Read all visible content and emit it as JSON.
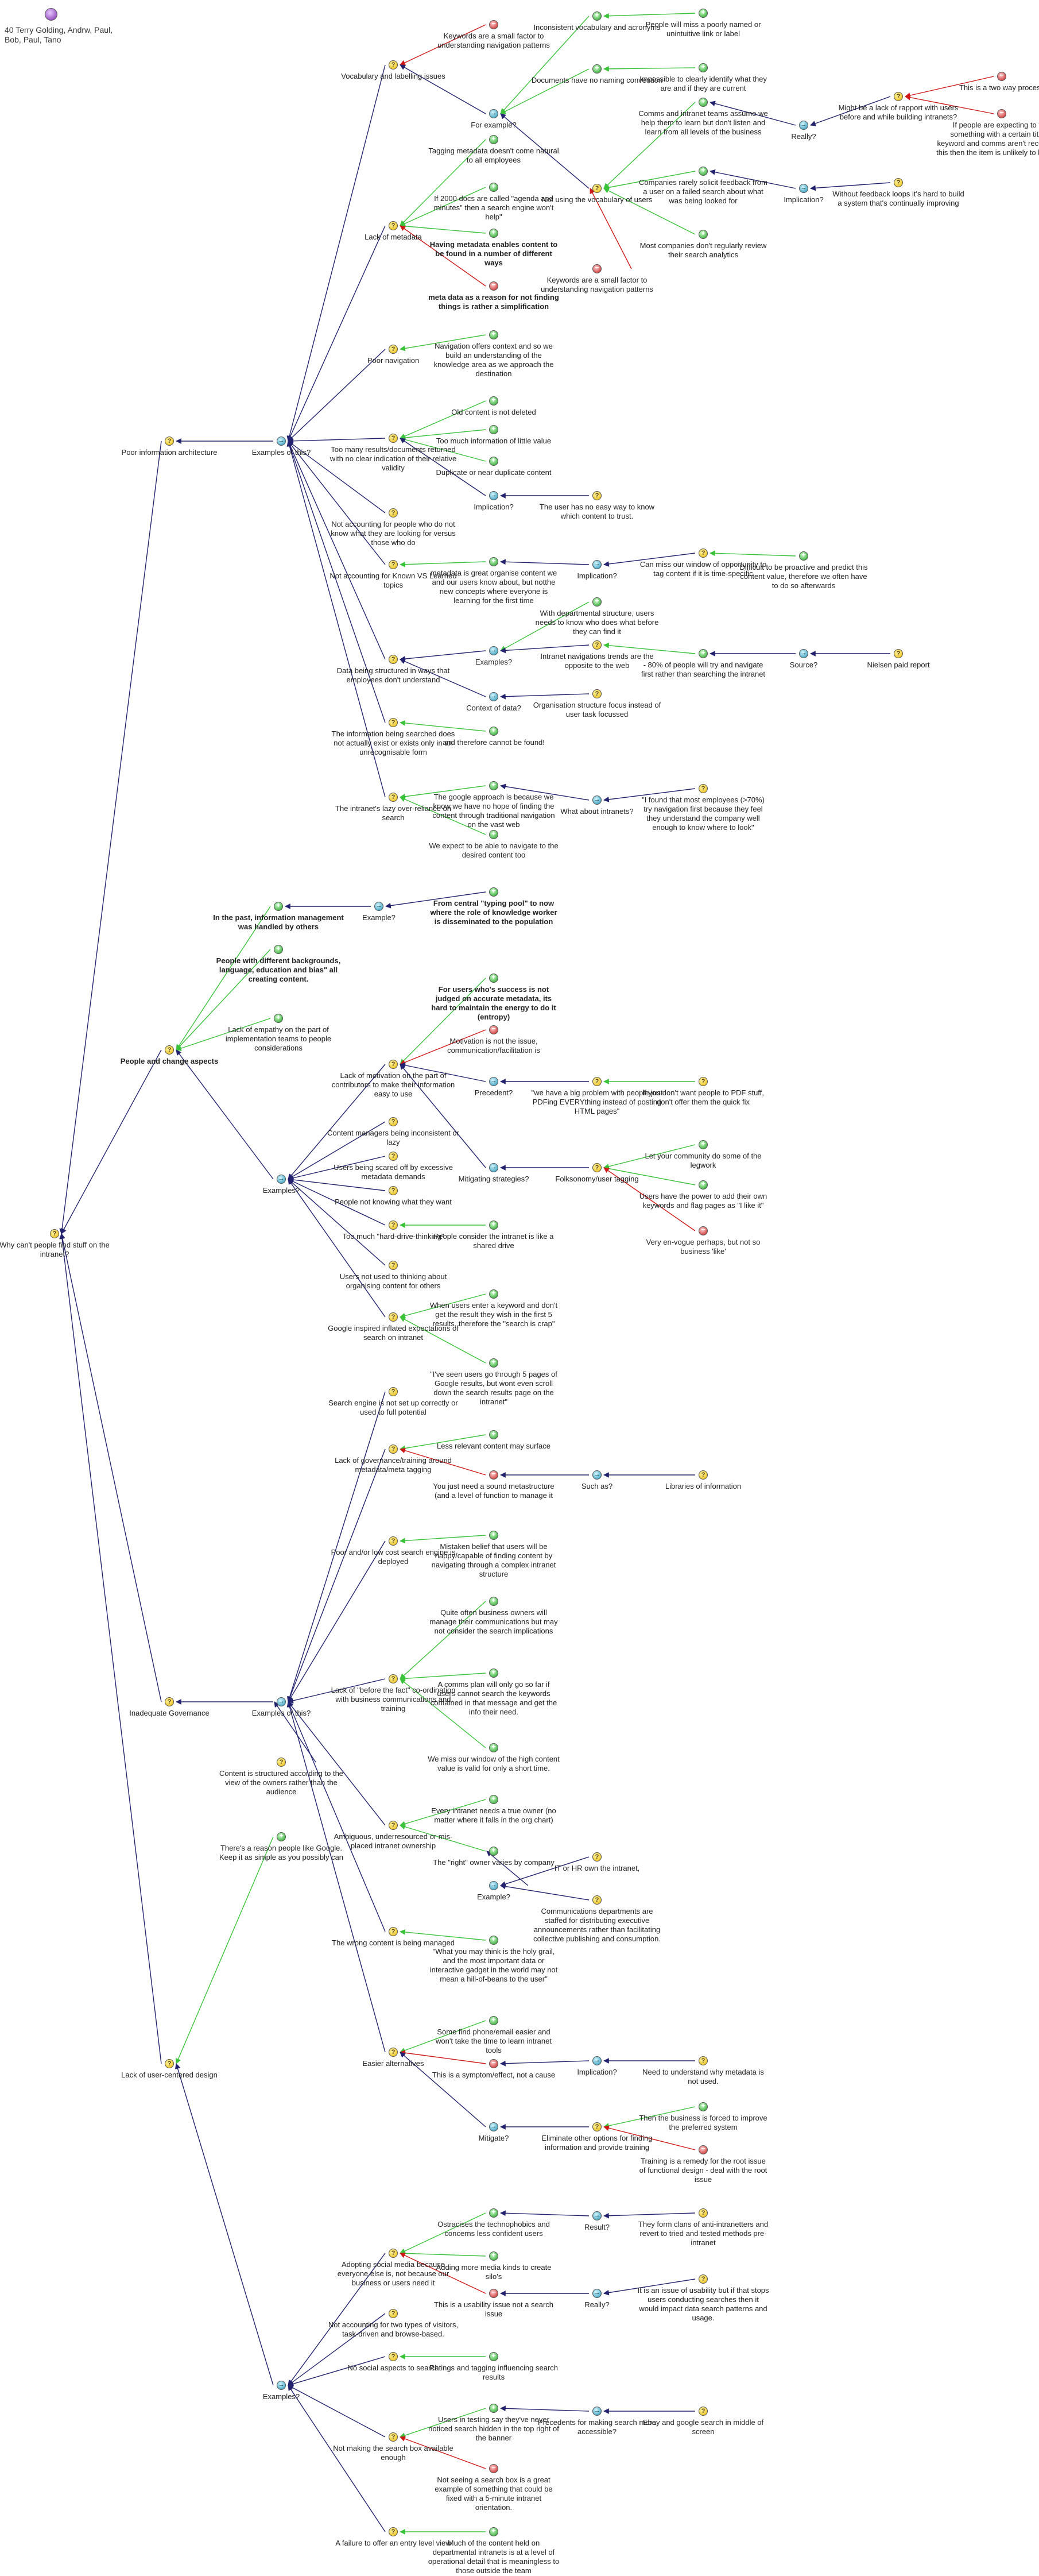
{
  "map": {
    "title": "40 Terry Golding, Andrw, Paul, Bob, Paul, Tano",
    "title_icon": "map-root-icon"
  },
  "nodes": [
    {
      "id": "n1",
      "t": "Why can't people find stuff on the intranet?",
      "type": "question"
    },
    {
      "id": "n2",
      "t": "Poor information architecture",
      "type": "question"
    },
    {
      "id": "n3",
      "t": "Examples of this?",
      "type": "map"
    },
    {
      "id": "n4",
      "t": "Vocabulary and labelling issues",
      "type": "question"
    },
    {
      "id": "n5",
      "t": "Keywords are a small factor to understanding navigation patterns",
      "type": "con"
    },
    {
      "id": "n6",
      "t": "For example?",
      "type": "map"
    },
    {
      "id": "n7",
      "t": "Inconsistent vocabulary and acronyms",
      "type": "pro"
    },
    {
      "id": "n8",
      "t": "People will miss a poorly named or unintuitive link or label",
      "type": "pro"
    },
    {
      "id": "n9",
      "t": "Documents have no naming convention",
      "type": "pro"
    },
    {
      "id": "n10",
      "t": "Impossible to clearly identify what they are and if they are current",
      "type": "pro"
    },
    {
      "id": "n11",
      "t": "Not using the vocabulary of users",
      "type": "question"
    },
    {
      "id": "n12",
      "t": "Comms and intranet teams assume we help them to learn but don't listen and learn from all levels of the business",
      "type": "pro"
    },
    {
      "id": "n13",
      "t": "Really?",
      "type": "map"
    },
    {
      "id": "n14",
      "t": "Might be a lack of rapport with users before and while building intranets?",
      "type": "question"
    },
    {
      "id": "n15",
      "t": "This is a two way process",
      "type": "con"
    },
    {
      "id": "n16",
      "t": "If people are expecting to find something with a certain title or keyword and comms aren't recognising this then the item is unlikely to be found",
      "type": "con"
    },
    {
      "id": "n17",
      "t": "Companies rarely solicit feedback from a user on a failed search about what was being looked for",
      "type": "pro"
    },
    {
      "id": "n18",
      "t": "Implication?",
      "type": "map"
    },
    {
      "id": "n19",
      "t": "Without feedback loops it's hard to build a system that's continually improving",
      "type": "question"
    },
    {
      "id": "n20",
      "t": "Most companies don't regularly review their search analytics",
      "type": "pro"
    },
    {
      "id": "n21",
      "t": "Keywords are a small factor to understanding navigation patterns",
      "type": "con"
    },
    {
      "id": "n22",
      "t": "Lack of metadata",
      "type": "question"
    },
    {
      "id": "n23",
      "t": "Tagging metadata doesn't come natural to all employees",
      "type": "pro"
    },
    {
      "id": "n24",
      "t": "If 2000 docs are called \"agenda and minutes\" then a search engine won't help\"",
      "type": "pro"
    },
    {
      "id": "n25",
      "t": "Having metadata enables content to be found in a number of different ways",
      "type": "pro",
      "bold": true
    },
    {
      "id": "n26",
      "t": "meta data as a reason for not finding things is rather a simplification",
      "type": "con",
      "bold": true
    },
    {
      "id": "n27",
      "t": "Poor navigation",
      "type": "question"
    },
    {
      "id": "n28",
      "t": "Navigation offers context and so we build an understanding of the knowledge area as we approach the destination",
      "type": "pro"
    },
    {
      "id": "n29",
      "t": "Too many results/documents returned with no clear indication of their relative validity",
      "type": "question"
    },
    {
      "id": "n30",
      "t": "Old content is not deleted",
      "type": "pro"
    },
    {
      "id": "n31",
      "t": "Too much information of little value",
      "type": "pro"
    },
    {
      "id": "n32",
      "t": "Duplicate or near duplicate content",
      "type": "pro"
    },
    {
      "id": "n33",
      "t": "Implication?",
      "type": "map"
    },
    {
      "id": "n34",
      "t": "The user has no easy way to know which content to trust.",
      "type": "question"
    },
    {
      "id": "n35",
      "t": "Not accounting for people who do not know what they are looking for versus those who do",
      "type": "question"
    },
    {
      "id": "n36",
      "t": "Not accounting for Known VS Learned topics",
      "type": "question"
    },
    {
      "id": "n37",
      "t": "metadata is great organise content we and our users know about, but notthe new concepts where everyone is learning for the first time",
      "type": "pro"
    },
    {
      "id": "n38",
      "t": "Implication?",
      "type": "map"
    },
    {
      "id": "n39",
      "t": "Can miss our window of opportunity to tag content if it is time-specific",
      "type": "question"
    },
    {
      "id": "n40",
      "t": "Difficult to be proactive and predict this content value, therefore we often have to do so afterwards",
      "type": "pro"
    },
    {
      "id": "n41",
      "t": "Data being structured in ways that employees don't understand",
      "type": "question"
    },
    {
      "id": "n42",
      "t": "With departmental structure, users needs to know who does what before they can find it",
      "type": "pro"
    },
    {
      "id": "n43",
      "t": "Examples?",
      "type": "map"
    },
    {
      "id": "n44",
      "t": "Intranet navigations trends are the opposite to the web",
      "type": "question"
    },
    {
      "id": "n45",
      "t": "- 80% of people will try and navigate first rather than searching the intranet",
      "type": "pro"
    },
    {
      "id": "n46",
      "t": "Source?",
      "type": "map"
    },
    {
      "id": "n47",
      "t": "Nielsen paid report",
      "type": "question"
    },
    {
      "id": "n48",
      "t": "Organisation structure focus instead of user task focussed",
      "type": "question"
    },
    {
      "id": "n49",
      "t": "Context of data?",
      "type": "map"
    },
    {
      "id": "n50",
      "t": "The information being searched does not actually exist or exists only in an unrecognisable form",
      "type": "question"
    },
    {
      "id": "n51",
      "t": "and therefore cannot be found!",
      "type": "pro"
    },
    {
      "id": "n52",
      "t": "The intranet's lazy over-reliance on search",
      "type": "question"
    },
    {
      "id": "n53",
      "t": "The google approach is because we know we have no hope of finding the content through traditional navigation on the vast web",
      "type": "pro"
    },
    {
      "id": "n54",
      "t": "What about intranets?",
      "type": "map"
    },
    {
      "id": "n55",
      "t": "\"I found that most employees (>70%) try navigation first because they feel they understand the company well enough to know where to look\"",
      "type": "question"
    },
    {
      "id": "n56",
      "t": "We expect to be able to navigate to the desired content too",
      "type": "pro"
    },
    {
      "id": "n57",
      "t": "People and change aspects",
      "type": "question",
      "bold": true
    },
    {
      "id": "n58",
      "t": "In the past, information management was handled by others",
      "type": "pro",
      "bold": true
    },
    {
      "id": "n59",
      "t": "Example?",
      "type": "map"
    },
    {
      "id": "n60",
      "t": "From central \"typing pool\" to now where the role of knowledge worker is disseminated to the population",
      "type": "pro",
      "bold": true
    },
    {
      "id": "n61",
      "t": "People with different backgrounds, language, education and bias\" all creating content.",
      "type": "pro",
      "bold": true
    },
    {
      "id": "n62",
      "t": "Lack of empathy on the part of implementation teams to people considerations",
      "type": "pro"
    },
    {
      "id": "n63",
      "t": "Examples?",
      "type": "map"
    },
    {
      "id": "n64",
      "t": "Lack of motivation on the part of contributors to make their information easy to use",
      "type": "question"
    },
    {
      "id": "n65",
      "t": "For users who's success is not judged on accurate metadata, its hard to maintain the energy to do it (entropy)",
      "type": "pro",
      "bold": true
    },
    {
      "id": "n66",
      "t": "Motivation is not the issue, communication/facilitation is",
      "type": "con"
    },
    {
      "id": "n67",
      "t": "Precedent?",
      "type": "map"
    },
    {
      "id": "n68",
      "t": "\"we have a big problem with people just PDFing EVERYthing instead of posting HTML pages\"",
      "type": "question"
    },
    {
      "id": "n69",
      "t": "if you don't want people to PDF stuff, don't offer them the quick fix",
      "type": "question"
    },
    {
      "id": "n70",
      "t": "Mitigating strategies?",
      "type": "map"
    },
    {
      "id": "n71",
      "t": "Folksonomy/user tagging",
      "type": "question"
    },
    {
      "id": "n72",
      "t": "Let your community do some of the legwork",
      "type": "pro"
    },
    {
      "id": "n73",
      "t": "Users have the power to add their own keywords and flag pages as \"I like it\"",
      "type": "pro"
    },
    {
      "id": "n74",
      "t": "Very en-vogue perhaps, but not so business 'like'",
      "type": "con"
    },
    {
      "id": "n75",
      "t": "Content managers being inconsistent or lazy",
      "type": "question"
    },
    {
      "id": "n76",
      "t": "Users being scared off by excessive metadata demands",
      "type": "question"
    },
    {
      "id": "n77",
      "t": "People not knowing what they want",
      "type": "question"
    },
    {
      "id": "n78",
      "t": "Too much \"hard-drive-thinking\"",
      "type": "question"
    },
    {
      "id": "n79",
      "t": "People consider the intranet is like a shared drive",
      "type": "pro"
    },
    {
      "id": "n80",
      "t": "Users not used to thinking about organising content for others",
      "type": "question"
    },
    {
      "id": "n81",
      "t": "Google inspired inflated expectations of search on intranet",
      "type": "question"
    },
    {
      "id": "n82",
      "t": "When users enter a keyword and don't get the result they wish in the first 5 results, therefore the \"search is crap\"",
      "type": "pro"
    },
    {
      "id": "n83",
      "t": "\"I've seen users go through 5 pages of Google results, but wont even scroll down the search results page on the intranet\"",
      "type": "pro"
    },
    {
      "id": "n84",
      "t": "Inadequate Governance",
      "type": "question"
    },
    {
      "id": "n85",
      "t": "Examples of this?",
      "type": "map"
    },
    {
      "id": "n86",
      "t": "Search engine is not set up correctly or used to full potential",
      "type": "question"
    },
    {
      "id": "n87",
      "t": "Lack of governance/training around metadata/meta tagging",
      "type": "question"
    },
    {
      "id": "n88",
      "t": "Less relevant content may surface",
      "type": "pro"
    },
    {
      "id": "n89",
      "t": "You just need a sound metastructure (and a level of function to manage it",
      "type": "con"
    },
    {
      "id": "n90",
      "t": "Such as?",
      "type": "map"
    },
    {
      "id": "n91",
      "t": "Libraries of information",
      "type": "question"
    },
    {
      "id": "n92",
      "t": "Mistaken belief that users will be happy/capable of finding content by navigating through a complex intranet structure",
      "type": "pro"
    },
    {
      "id": "n93",
      "t": "Poor and/or low cost search engine is deployed",
      "type": "question"
    },
    {
      "id": "n94",
      "t": "Quite often business owners will manage their communications but may not consider the search implications",
      "type": "pro"
    },
    {
      "id": "n95",
      "t": "Lack of \"before the fact\" co-ordination with business communications and training",
      "type": "question"
    },
    {
      "id": "n96",
      "t": "A comms plan will only go so far if users cannot search the keywords contained in that message and get the info their need.",
      "type": "pro"
    },
    {
      "id": "n97",
      "t": "We miss our window of the high content value is valid for only a short time.",
      "type": "pro"
    },
    {
      "id": "n98",
      "t": "Content is structured according to the view of the owners rather than the audience",
      "type": "question"
    },
    {
      "id": "n99",
      "t": "Every intranet needs a true owner (no matter where it falls in the org chart)",
      "type": "pro"
    },
    {
      "id": "n100",
      "t": "Ambiguous, underresourced or mis-placed intranet ownership",
      "type": "question"
    },
    {
      "id": "n101",
      "t": "The \"right\" owner varies by company",
      "type": "pro"
    },
    {
      "id": "n102",
      "t": "IT or HR own the intranet,",
      "type": "question"
    },
    {
      "id": "n103",
      "t": "Example?",
      "type": "map"
    },
    {
      "id": "n104",
      "t": "Communications departments are staffed for distributing executive announcements rather than facilitating collective publishing and consumption.",
      "type": "question"
    },
    {
      "id": "n105",
      "t": "The wrong content is being managed",
      "type": "question"
    },
    {
      "id": "n106",
      "t": "\"What you may think is the holy grail, and the most important data or interactive gadget in the world may not mean a hill-of-beans to the user\"",
      "type": "pro"
    },
    {
      "id": "n107",
      "t": "Lack of user-centered design",
      "type": "question"
    },
    {
      "id": "n108",
      "t": "There's a reason people like Google. Keep it as simple as you possibly can",
      "type": "pro"
    },
    {
      "id": "n109",
      "t": "Easier alternatives",
      "type": "question"
    },
    {
      "id": "n110",
      "t": "Some find phone/email easier and won't take the time to learn intranet tools",
      "type": "pro"
    },
    {
      "id": "n111",
      "t": "This is a symptom/effect, not a cause",
      "type": "con"
    },
    {
      "id": "n112",
      "t": "Implication?",
      "type": "map"
    },
    {
      "id": "n113",
      "t": "Need to understand why metadata is not used.",
      "type": "question"
    },
    {
      "id": "n114",
      "t": "Mitigate?",
      "type": "map"
    },
    {
      "id": "n115",
      "t": "Eliminate other options for finding information and provide training",
      "type": "question"
    },
    {
      "id": "n116",
      "t": "Then the business is forced to improve the preferred system",
      "type": "pro"
    },
    {
      "id": "n117",
      "t": "Training is a remedy for the root issue of functional design - deal with the root issue",
      "type": "con"
    },
    {
      "id": "n118",
      "t": "Examples?",
      "type": "map"
    },
    {
      "id": "n119",
      "t": "Adopting social media because everyone else is, not because our business or users need it",
      "type": "question"
    },
    {
      "id": "n120",
      "t": "Ostracises the technophobics and concerns less confident users",
      "type": "pro"
    },
    {
      "id": "n121",
      "t": "Result?",
      "type": "map"
    },
    {
      "id": "n122",
      "t": "They form clans of anti-intranetters and revert to tried and tested methods pre-intranet",
      "type": "question"
    },
    {
      "id": "n123",
      "t": "Adding more media kinds to create silo's",
      "type": "pro"
    },
    {
      "id": "n124",
      "t": "This is a usability issue not a search issue",
      "type": "con"
    },
    {
      "id": "n125",
      "t": "Really?",
      "type": "map"
    },
    {
      "id": "n126",
      "t": "It is an issue of usability but if that stops users conducting searches then it would impact data search patterns and usage.",
      "type": "question"
    },
    {
      "id": "n127",
      "t": "Not accounting for two types of visitors, task-driven and browse-based.",
      "type": "question"
    },
    {
      "id": "n128",
      "t": "No social aspects to search",
      "type": "question"
    },
    {
      "id": "n129",
      "t": "Ratings and tagging influencing search results",
      "type": "pro"
    },
    {
      "id": "n130",
      "t": "Not making the search box available enough",
      "type": "question"
    },
    {
      "id": "n131",
      "t": "Users in testing say they've never noticed search hidden in the top right of the banner",
      "type": "pro"
    },
    {
      "id": "n132",
      "t": "Precedents for making search more accessible?",
      "type": "map"
    },
    {
      "id": "n133",
      "t": "Ebay and google search in middle of screen",
      "type": "question"
    },
    {
      "id": "n134",
      "t": "Not seeing a search box is a great example of something that could be fixed with a 5-minute intranet orientation.",
      "type": "con"
    },
    {
      "id": "n135",
      "t": "A failure to offer an entry level view",
      "type": "question"
    },
    {
      "id": "n136",
      "t": "Much of the content held on departmental intranets is at a level of operational detail that is meaningless to those outside the team",
      "type": "pro"
    }
  ]
}
